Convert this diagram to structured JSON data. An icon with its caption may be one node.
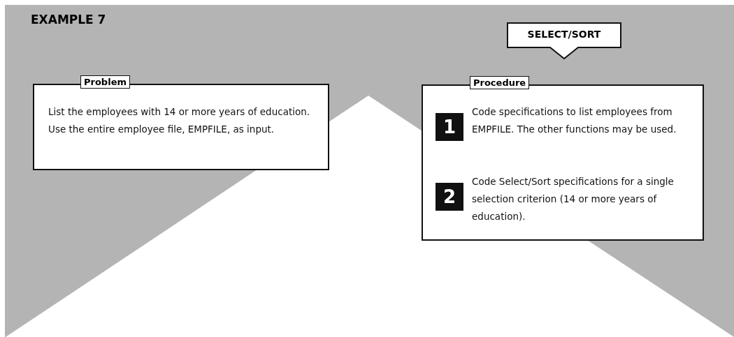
{
  "diagram": {
    "title": "EXAMPLE 7",
    "nodes": [
      {
        "text": [
          "SELECT/SORT"
        ]
      },
      {
        "text": [
          "Problem",
          "List the employees with 14 or more years of education.  Use the entire employee file, EMPFILE, as input."
        ]
      },
      {
        "text": [
          "Procedure",
          "Code specifications to list employees from EMPFILE.  The other functions may be used.",
          "Code Select/Sort specifications for a single selection criterion (14 or more years of education)."
        ]
      }
    ],
    "labels": [
      "1",
      "2"
    ]
  }
}
